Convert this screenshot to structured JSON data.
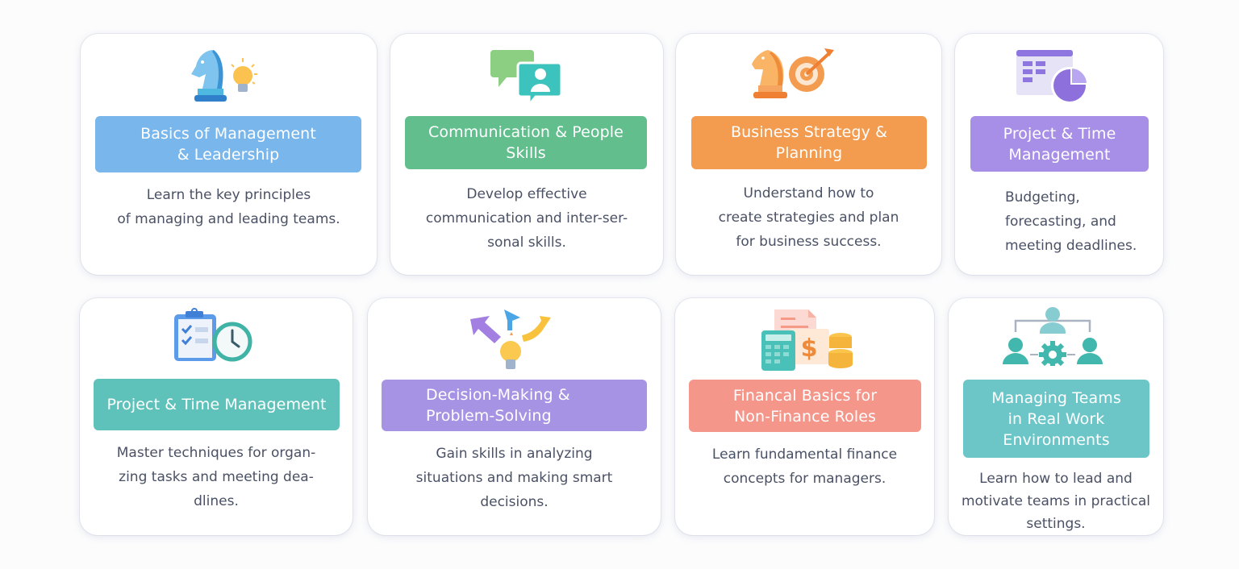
{
  "cards": [
    {
      "icon": "chess-knight-lightbulb-icon",
      "title": "Basics of Management\n& Leadership",
      "description": "Learn the key principles\nof managing and leading teams.",
      "color": "#78b6ec"
    },
    {
      "icon": "chat-bubbles-person-icon",
      "title": "Communication & People Skills",
      "description": "Develop effective\ncommunication and inter-ser-\nsonal skills.",
      "color": "#62bf8d"
    },
    {
      "icon": "chess-knight-target-icon",
      "title": "Business Strategy & Planning",
      "description": "Understand how to\ncreate strategies and plan\nfor business success.",
      "color": "#f39b4e"
    },
    {
      "icon": "spreadsheet-pie-chart-icon",
      "title": "Project & Time\nManagement",
      "description": "Budgeting,\nforecasting, and\nmeeting deadlines.",
      "color": "#a78ee6"
    },
    {
      "icon": "clipboard-clock-icon",
      "title": "Project & Time Management",
      "description": "Master techniques for organ-\nzing tasks and meeting dea-\ndlines.",
      "color": "#5fc2ba"
    },
    {
      "icon": "arrows-lightbulb-icon",
      "title": "Decision-Making &\nProblem-Solving",
      "description": "Gain skills in analyzing\nsituations and making smart\ndecisions.",
      "color": "#a693e4"
    },
    {
      "icon": "calculator-dollar-coins-icon",
      "title": "Financal Basics for\nNon-Finance Roles",
      "description": "Learn fundamental finance\nconcepts for managers.",
      "color": "#f4968a"
    },
    {
      "icon": "team-network-gear-icon",
      "title": "Managing Teams\nin Real Work\nEnvironments",
      "description": "Learn how to lead and\nmotivate teams in practical\nsettings.",
      "color": "#6cc6c8"
    }
  ]
}
